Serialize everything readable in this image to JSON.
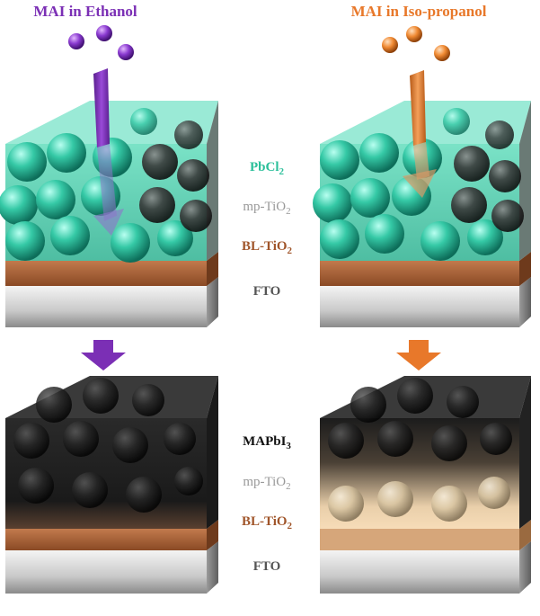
{
  "titles": {
    "left": "MAI in Ethanol",
    "right": "MAI in Iso-propanol"
  },
  "labels_top": {
    "pbcl2": {
      "base": "PbCl",
      "sub": "2"
    },
    "mp_tio2": {
      "base": "mp-TiO",
      "sub": "2"
    },
    "bl_tio2": {
      "base": "BL-TiO",
      "sub": "2"
    },
    "fto": "FTO"
  },
  "labels_bottom": {
    "mapbi3": {
      "base": "MAPbI",
      "sub": "3"
    },
    "mp_tio2": {
      "base": "mp-TiO",
      "sub": "2"
    },
    "bl_tio2": {
      "base": "BL-TiO",
      "sub": "2"
    },
    "fto": "FTO"
  },
  "colors": {
    "ethanol": "#7b2fb5",
    "isopropanol": "#e8782a",
    "pbcl2": "#2bbf9a",
    "bl_tio2": "#a0552a",
    "fto_label": "#555555",
    "mp_label": "#999999",
    "mapbi3_label": "#111111"
  }
}
